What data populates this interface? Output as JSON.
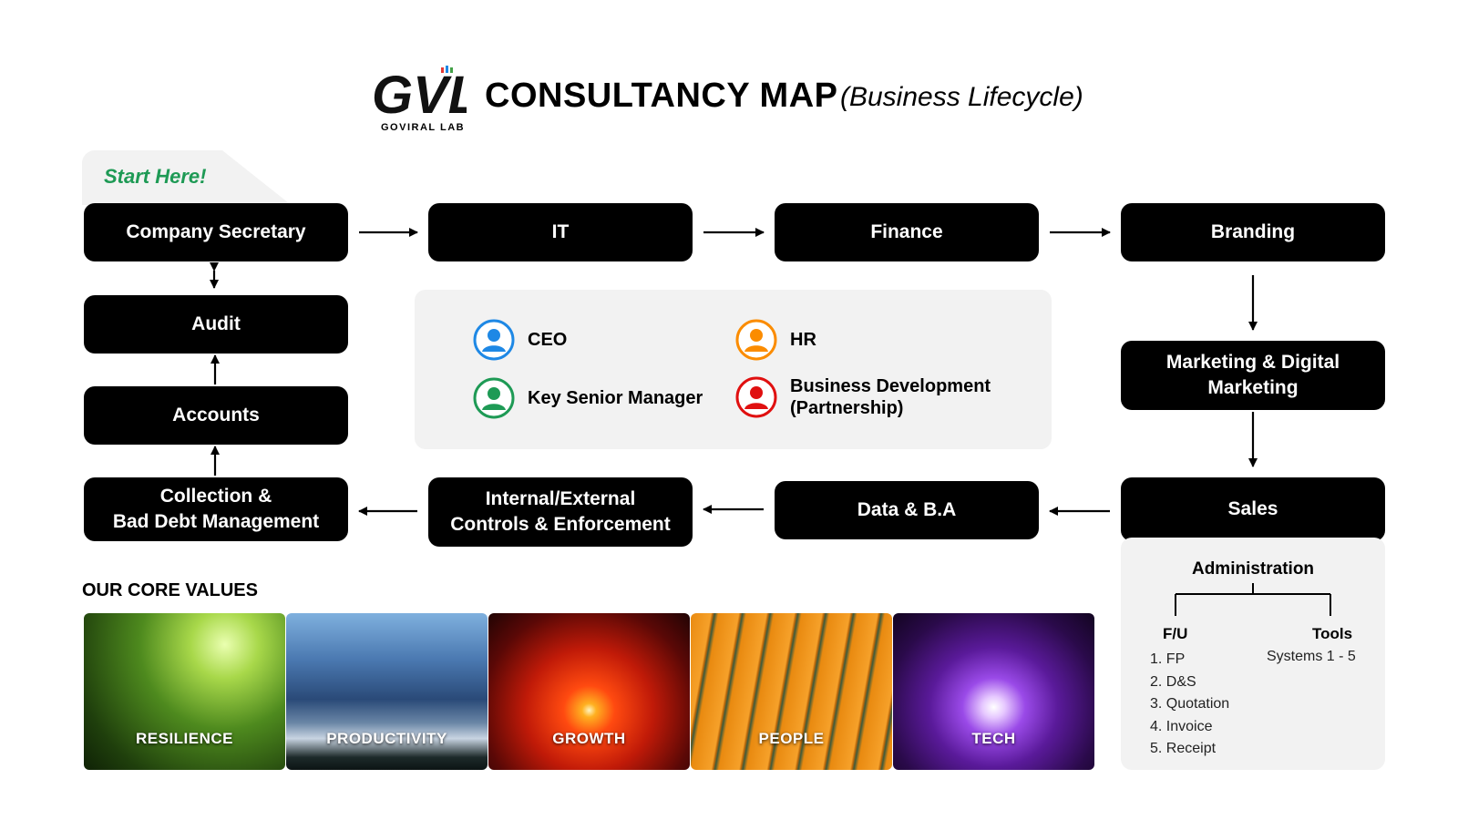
{
  "header": {
    "logo_text": "GVL",
    "logo_subtext": "GOVIRAL LAB",
    "title": "CONSULTANCY MAP",
    "subtitle": "(Business Lifecycle)"
  },
  "start_label": "Start Here!",
  "flow": {
    "company_secretary": "Company Secretary",
    "it": "IT",
    "finance": "Finance",
    "branding": "Branding",
    "audit": "Audit",
    "accounts": "Accounts",
    "collection_line1": "Collection &",
    "collection_line2": "Bad Debt Management",
    "controls_line1": "Internal/External",
    "controls_line2": "Controls & Enforcement",
    "data": "Data & B.A",
    "sales": "Sales",
    "marketing_line1": "Marketing & Digital",
    "marketing_line2": "Marketing"
  },
  "legend": {
    "ceo": {
      "label": "CEO",
      "color": "#1e88e5"
    },
    "hr": {
      "label": "HR",
      "color": "#fb8c00"
    },
    "ksm": {
      "label": "Key Senior Manager",
      "color": "#1e9a55"
    },
    "bd": {
      "label_line1": "Business Development",
      "label_line2": "(Partnership)",
      "color": "#e01010"
    }
  },
  "administration": {
    "title": "Administration",
    "fu_heading": "F/U",
    "tools_heading": "Tools",
    "fu_items": [
      "1. FP",
      "2. D&S",
      "3. Quotation",
      "4. Invoice",
      "5. Receipt"
    ],
    "tools_value": "Systems 1 - 5"
  },
  "core_values": {
    "heading": "OUR CORE VALUES",
    "tiles": [
      "RESILIENCE",
      "PRODUCTIVITY",
      "GROWTH",
      "PEOPLE",
      "TECH"
    ]
  }
}
